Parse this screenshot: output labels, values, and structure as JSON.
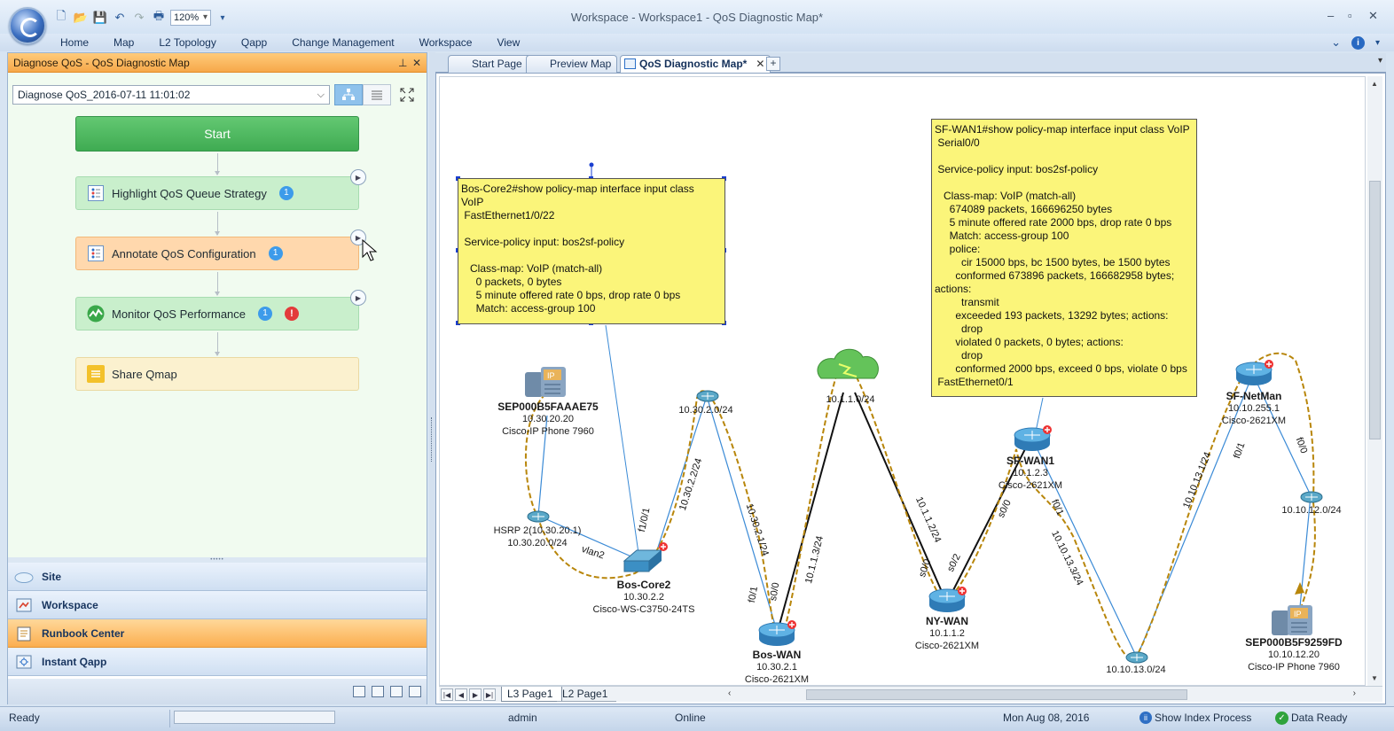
{
  "window": {
    "title": "Workspace - Workspace1 - QoS Diagnostic Map*",
    "zoom": "120%"
  },
  "ribbon": {
    "tabs": [
      "Home",
      "Map",
      "L2 Topology",
      "Qapp",
      "Change Management",
      "Workspace",
      "View"
    ]
  },
  "left_pane": {
    "title": "Diagnose QoS - QoS Diagnostic Map",
    "selector_value": "Diagnose QoS_2016-07-11 11:01:02",
    "steps": [
      {
        "label": "Start"
      },
      {
        "label": "Highlight QoS Queue Strategy",
        "badge": "1"
      },
      {
        "label": "Annotate QoS Configuration",
        "badge": "1"
      },
      {
        "label": "Monitor QoS Performance",
        "badge": "1",
        "error": "!"
      },
      {
        "label": "Share Qmap"
      }
    ],
    "nav": [
      "Site",
      "Workspace",
      "Runbook Center",
      "Instant Qapp"
    ],
    "active_nav": "Runbook Center"
  },
  "doc_tabs": [
    {
      "label": "Start Page"
    },
    {
      "label": "Preview Map"
    },
    {
      "label": "QoS Diagnostic Map*",
      "active": true
    }
  ],
  "page_tabs": [
    "L3 Page1",
    "L2 Page1"
  ],
  "map": {
    "notes": [
      {
        "id": "bos-core2",
        "text": "Bos-Core2#show policy-map interface input class\nVoIP\n FastEthernet1/0/22\n\n Service-policy input: bos2sf-policy\n\n   Class-map: VoIP (match-all)\n     0 packets, 0 bytes\n     5 minute offered rate 0 bps, drop rate 0 bps\n     Match: access-group 100"
      },
      {
        "id": "sf-wan1",
        "text": "SF-WAN1#show policy-map interface input class VoIP\n Serial0/0\n\n Service-policy input: bos2sf-policy\n\n   Class-map: VoIP (match-all)\n     674089 packets, 166696250 bytes\n     5 minute offered rate 2000 bps, drop rate 0 bps\n     Match: access-group 100\n     police:\n         cir 15000 bps, bc 1500 bytes, be 1500 bytes\n       conformed 673896 packets, 166682958 bytes;\nactions:\n         transmit\n       exceeded 193 packets, 13292 bytes; actions:\n         drop\n       violated 0 packets, 0 bytes; actions:\n         drop\n       conformed 2000 bps, exceed 0 bps, violate 0 bps\n FastEthernet0/1"
      }
    ],
    "nodes": {
      "phone1": {
        "name": "SEP000B5FAAAE75",
        "ip": "10.30.20.20",
        "model": "Cisco-IP Phone 7960"
      },
      "hsrp": {
        "line1": "HSRP 2(10.30.20.1)",
        "line2": "10.30.20.0/24"
      },
      "subnet_30_2": {
        "label": "10.30.2.0/24"
      },
      "cloud": {
        "label": "10.1.1.0/24"
      },
      "bos_core2": {
        "name": "Bos-Core2",
        "ip": "10.30.2.2",
        "model": "Cisco-WS-C3750-24TS"
      },
      "bos_wan": {
        "name": "Bos-WAN",
        "ip": "10.30.2.1",
        "model": "Cisco-2621XM"
      },
      "ny_wan": {
        "name": "NY-WAN",
        "ip": "10.1.1.2",
        "model": "Cisco-2621XM"
      },
      "sf_wan1": {
        "name": "SF-WAN1",
        "ip": "10.1.2.3",
        "model": "Cisco-2621XM"
      },
      "subnet_13": {
        "label": "10.10.13.0/24"
      },
      "sf_netman": {
        "name": "SF-NetMan",
        "ip": "10.10.255.1",
        "model": "Cisco-2621XM"
      },
      "subnet_12": {
        "label": "10.10.12.0/24"
      },
      "phone2": {
        "name": "SEP000B5F9259FD",
        "ip": "10.10.12.20",
        "model": "Cisco-IP Phone 7960"
      }
    },
    "links": [
      "vlan2",
      "f1/0/1",
      "10.30.2.2/24",
      "10.30.2.1/24",
      "f0/1",
      "s0/0",
      "10.1.1.3/24",
      "10.1.1.2/24",
      "s0/0",
      "s0/2",
      "s0/0",
      "f0/1",
      "10.10.13.3/24",
      "10.10.13.1/24",
      "f0/1",
      "f0/0"
    ]
  },
  "statusbar": {
    "ready": "Ready",
    "user": "admin",
    "mode": "Online",
    "date": "Mon Aug 08, 2016",
    "index": "Show Index Process",
    "data": "Data Ready"
  },
  "colors": {
    "accent_orange": "#f6a84a",
    "link_blue": "#3a8ad6",
    "path_gold": "#b8860b",
    "note_yellow": "#fbf57a"
  }
}
